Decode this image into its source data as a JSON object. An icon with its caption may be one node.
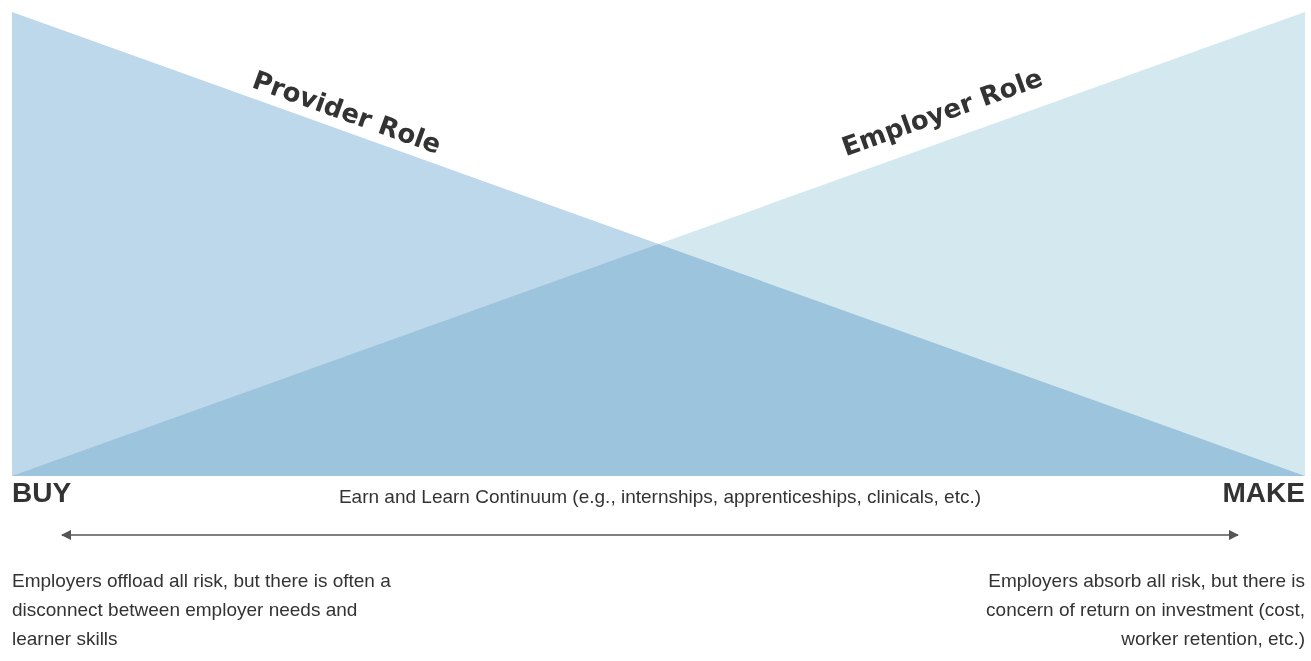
{
  "diagram": {
    "nodes": [
      {
        "text": [
          "Provider Role"
        ]
      },
      {
        "text": [
          "Employer Role"
        ]
      }
    ],
    "labels": [
      "BUY",
      "Earn and Learn Continuum (e.g., internships, apprenticeships, clinicals, etc.)",
      "MAKE",
      "Employers offload all risk, but there is often a disconnect between employer needs and learner skills",
      "Employers absorb all risk, but there is concern of return on investment (cost, worker retention, etc.)"
    ]
  }
}
